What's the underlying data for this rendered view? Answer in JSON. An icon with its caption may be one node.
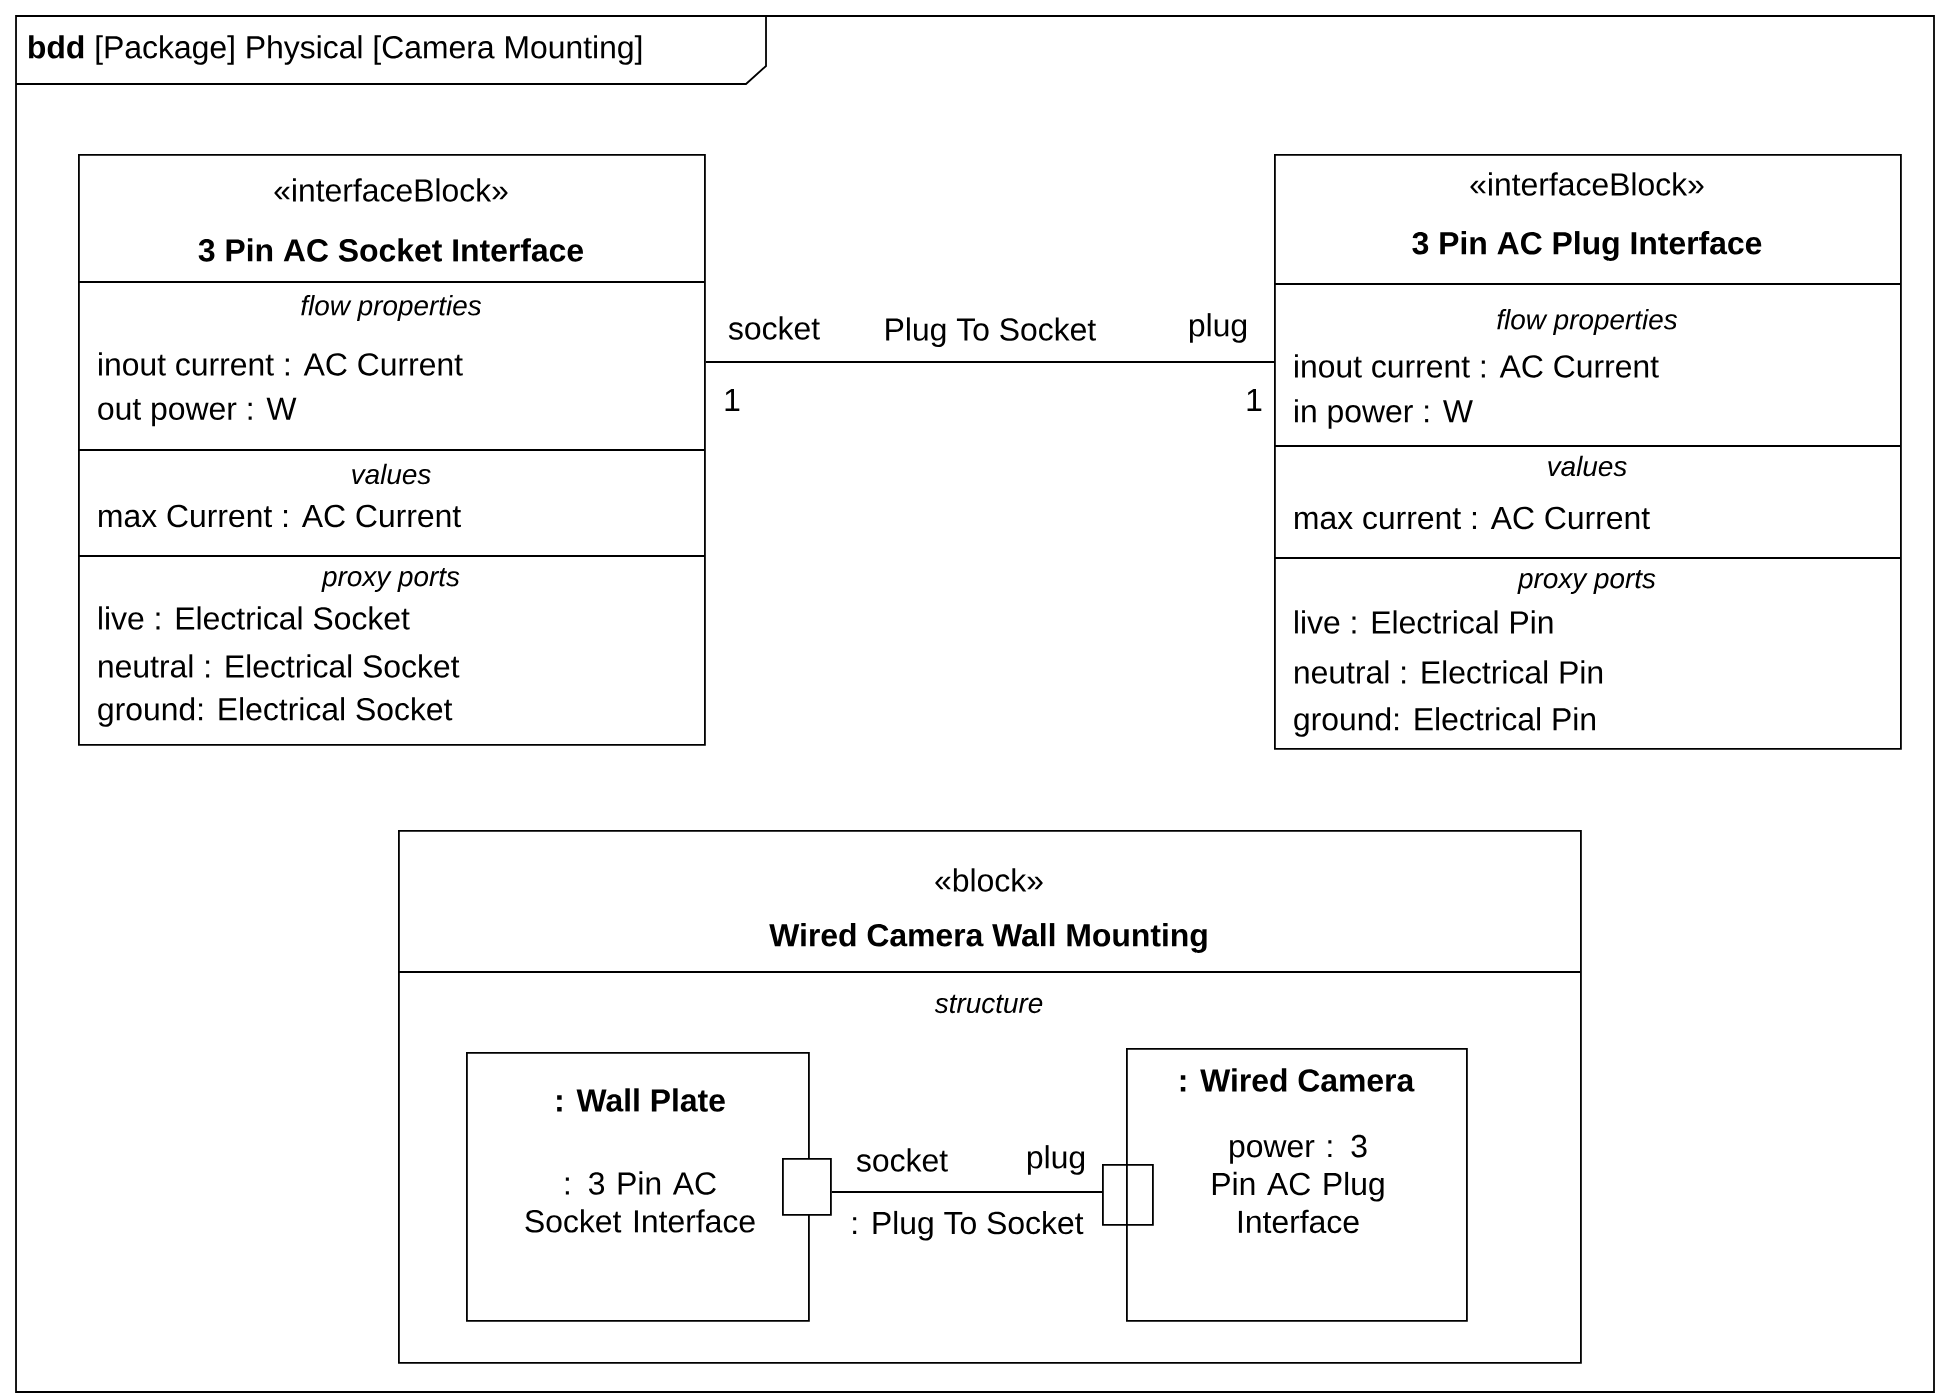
{
  "diagram": {
    "nodes": [
      {
        "text": [
          "**bdd** [Package] Physical [Camera Mounting]"
        ]
      },
      {
        "text": [
          "«interfaceBlock»",
          "3 Pin AC Socket Interface",
          "flow properties",
          "inout current : AC Current",
          "out power : W",
          "values",
          "max Current : AC Current",
          "proxy ports",
          "live : Electrical Socket",
          "neutral : Electrical Socket",
          "ground: Electrical Socket"
        ],
        "in": 0
      },
      {
        "text": [
          "«interfaceBlock»",
          "3 Pin AC Plug Interface",
          "flow properties",
          "inout current : AC Current",
          "in power : W",
          "values",
          "max current : AC Current",
          "proxy ports",
          "live : Electrical Pin",
          "neutral : Electrical Pin",
          "ground: Electrical Pin"
        ],
        "in": 0
      },
      {
        "text": [
          "«block»",
          "Wired Camera Wall Mounting",
          "structure"
        ],
        "in": 0
      },
      {
        "text": [
          ": Wall Plate",
          ": 3 Pin AC Socket Interface"
        ],
        "in": 3
      },
      {
        "text": [],
        "shape": "box",
        "beside": [
          "socket"
        ],
        "in": 3
      },
      {
        "text": [],
        "shape": "box",
        "beside": [
          "plug"
        ],
        "in": 3
      },
      {
        "text": [
          ": Wired Camera",
          "power : 3 Pin AC Plug Interface"
        ],
        "in": 3
      }
    ],
    "edges": [
      {
        "from": 1,
        "to": 2,
        "arrow": "none",
        "label": "Plug To Socket"
      },
      {
        "from": 5,
        "to": 6,
        "arrow": "none",
        "label": ": Plug To Socket"
      }
    ],
    "labels": [
      "socket",
      "1",
      "plug",
      "1"
    ]
  }
}
